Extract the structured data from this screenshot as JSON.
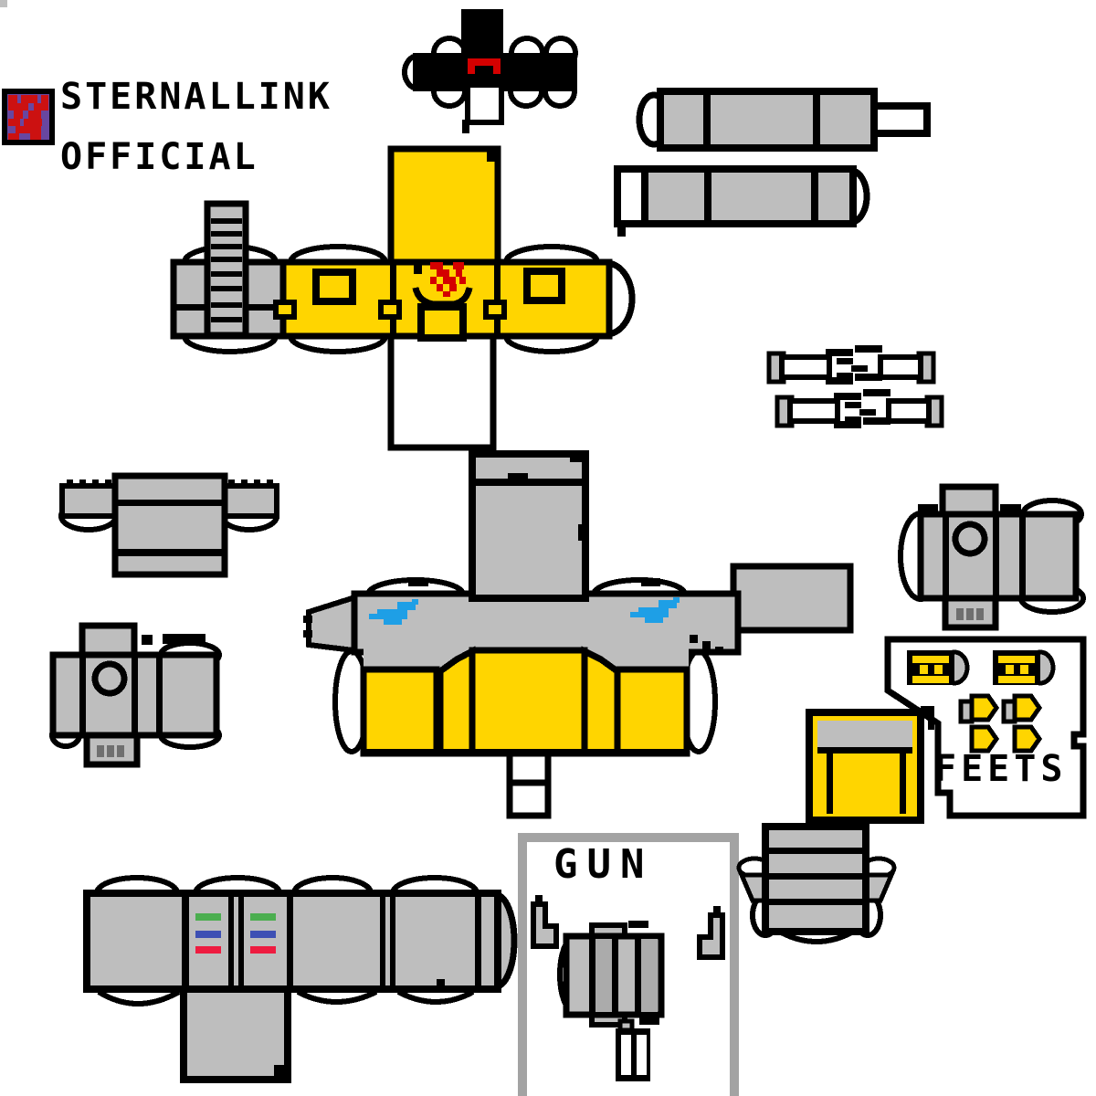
{
  "branding": {
    "title_line1": "STERNALLINK",
    "title_line2": "OFFICIAL"
  },
  "labels": {
    "gun_box": "GUN",
    "feets_box": "FEETS"
  },
  "colors": {
    "white": "#FFFFFF",
    "black": "#000000",
    "gray": "#BEBEBE",
    "gray-dark": "#ABABAB",
    "yellow": "#FFD500",
    "red": "#D40000",
    "logo-purple": "#6847A0",
    "logo-red": "#CC1111",
    "blue-paint": "#1E9FE6",
    "stripe-green": "#4BAE4F",
    "stripe-blue": "#3D50B4",
    "stripe-red": "#EE1C40",
    "gun-border": "#A3A3A3",
    "vent-dark": "#6F6F6F"
  }
}
